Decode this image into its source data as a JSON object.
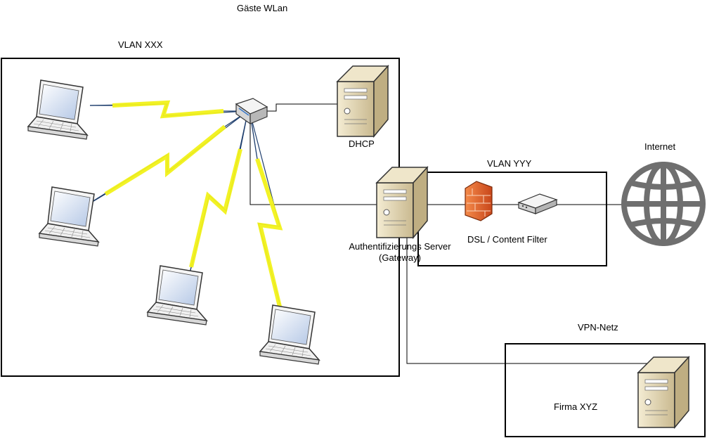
{
  "title": "Gäste WLan",
  "zones": {
    "vlan_xxx": "VLAN XXX",
    "vlan_yyy": "VLAN YYY",
    "vpn": "VPN-Netz"
  },
  "devices": {
    "dhcp": "DHCP",
    "auth_server_line1": "Authentifizierungs Server",
    "auth_server_line2": "(Gateway)",
    "dsl_filter": "DSL / Content Filter",
    "internet": "Internet",
    "company": "Firma XYZ"
  },
  "icons": {
    "laptop": "laptop-icon",
    "access_point": "wifi-access-point-icon",
    "server": "server-tower-icon",
    "firewall": "firewall-brick-icon",
    "modem": "modem-icon",
    "globe": "globe-icon"
  },
  "colors": {
    "wireless_bolt": "#f2f21a",
    "firewall": "#e8622a",
    "server_body": "#e6dcc0",
    "globe": "#6f6f6f",
    "laptop_screen": "#c9d9ef"
  }
}
